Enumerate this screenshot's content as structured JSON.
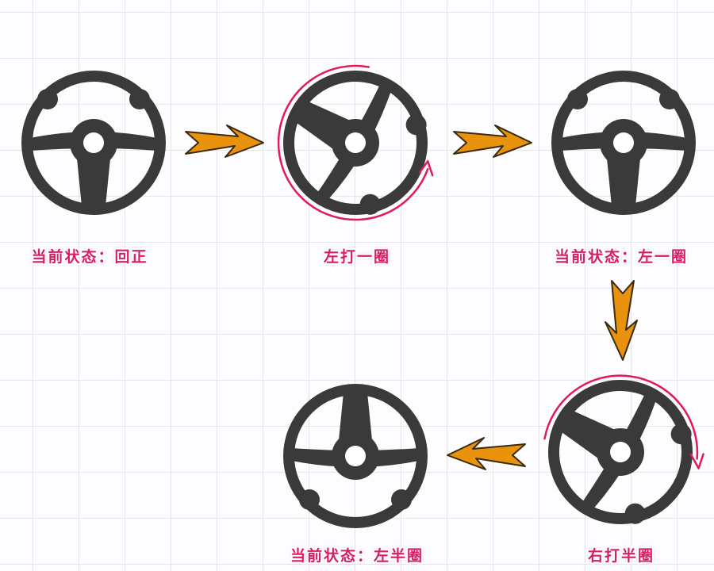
{
  "colors": {
    "wheel": "#3a3a3a",
    "arrow_fill": "#e8920d",
    "arrow_stroke": "#3a2a10",
    "rotation_arc": "#e3195a",
    "caption": "#d81c66"
  },
  "states": [
    {
      "caption": "当前状态：回正",
      "icon": "steering-wheel-icon",
      "rotation_deg": 0
    },
    {
      "caption": "左打一圈",
      "icon": "steering-wheel-icon",
      "rotation_deg": -240,
      "turn_arrow": "counterclockwise"
    },
    {
      "caption": "当前状态：左一圈",
      "icon": "steering-wheel-icon",
      "rotation_deg": 0
    },
    {
      "caption": "右打半圈",
      "icon": "steering-wheel-icon",
      "rotation_deg": 120,
      "turn_arrow": "clockwise"
    },
    {
      "caption": "当前状态：左半圈",
      "icon": "steering-wheel-icon",
      "rotation_deg": 180
    }
  ]
}
